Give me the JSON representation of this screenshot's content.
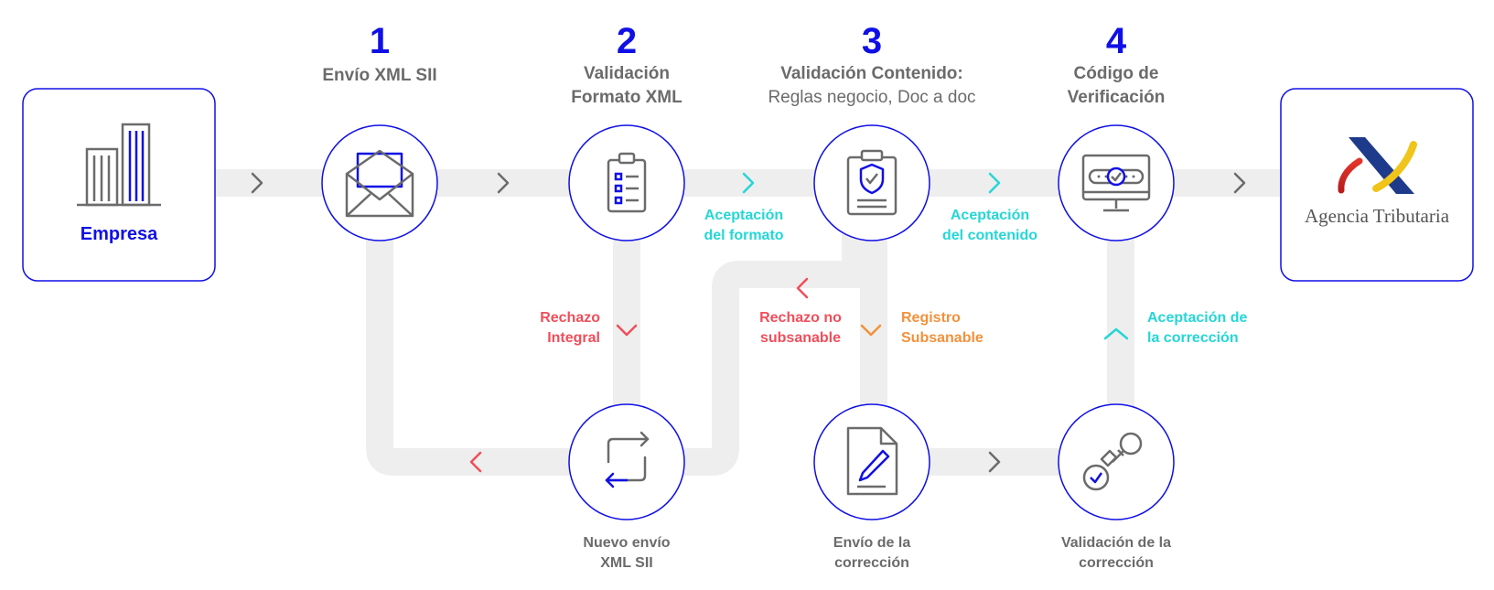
{
  "colors": {
    "blue": "#1010e6",
    "track": "#eeeeee",
    "gray": "#6b6b6b",
    "teal": "#26d6d6",
    "red": "#f04e5a",
    "orange": "#f2913b"
  },
  "empresa": {
    "label": "Empresa"
  },
  "agencia": {
    "label": "Agencia Tributaria"
  },
  "steps": [
    {
      "number": "1",
      "title_line1": "Envío XML SII",
      "title_line2": "",
      "subtitle": "",
      "icon": "envelope-icon"
    },
    {
      "number": "2",
      "title_line1": "Validación",
      "title_line2": "Formato XML",
      "subtitle": "",
      "icon": "checklist-icon"
    },
    {
      "number": "3",
      "title_line1": "Validación Contenido:",
      "title_line2": "",
      "subtitle": "Reglas negocio, Doc a doc",
      "icon": "shield-clipboard-icon"
    },
    {
      "number": "4",
      "title_line1": "Código de",
      "title_line2": "Verificación",
      "subtitle": "",
      "icon": "monitor-check-icon"
    }
  ],
  "flow_labels": {
    "aceptacion_formato": [
      "Aceptación",
      "del formato"
    ],
    "aceptacion_contenido": [
      "Aceptación",
      "del contenido"
    ],
    "rechazo_integral": [
      "Rechazo",
      "Integral"
    ],
    "rechazo_no_subsanable": [
      "Rechazo no",
      "subsanable"
    ],
    "registro_subsanable": [
      "Registro",
      "Subsanable"
    ],
    "aceptacion_correccion": [
      "Aceptación de",
      "la corrección"
    ]
  },
  "bottom_nodes": [
    {
      "caption": [
        "Nuevo envío",
        "XML SII"
      ],
      "icon": "resend-arrows-icon"
    },
    {
      "caption": [
        "Envío de la",
        "corrección"
      ],
      "icon": "document-pen-icon"
    },
    {
      "caption": [
        "Validación de la",
        "corrección"
      ],
      "icon": "stamp-icon"
    }
  ]
}
